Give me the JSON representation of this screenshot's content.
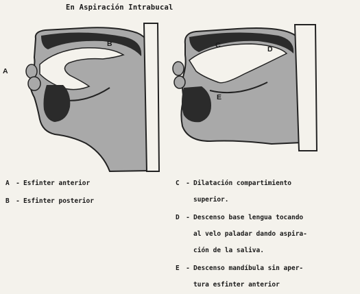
{
  "title": "En Aspiración Intrabucal",
  "figure_labels": {
    "left": [
      "A",
      "B"
    ],
    "right": [
      "C",
      "D",
      "E"
    ]
  },
  "legend_left": [
    {
      "key": "A",
      "text": "Esfinter anterior"
    },
    {
      "key": "B",
      "text": "Esfinter posterior"
    }
  ],
  "legend_right": [
    {
      "key": "C",
      "lines": [
        "Dilatación compartimiento",
        "superior."
      ]
    },
    {
      "key": "D",
      "lines": [
        "Descenso base lengua tocando",
        "al velo paladar dando aspira-",
        "ción de la saliva."
      ]
    },
    {
      "key": "E",
      "lines": [
        "Descenso mandíbula sin aper-",
        "tura esfinter anterior"
      ]
    }
  ],
  "colors": {
    "tissue": "#a9a9a9",
    "dark": "#2b2b2b",
    "paper": "#f4f2ec",
    "ink": "#1a1a1a"
  }
}
